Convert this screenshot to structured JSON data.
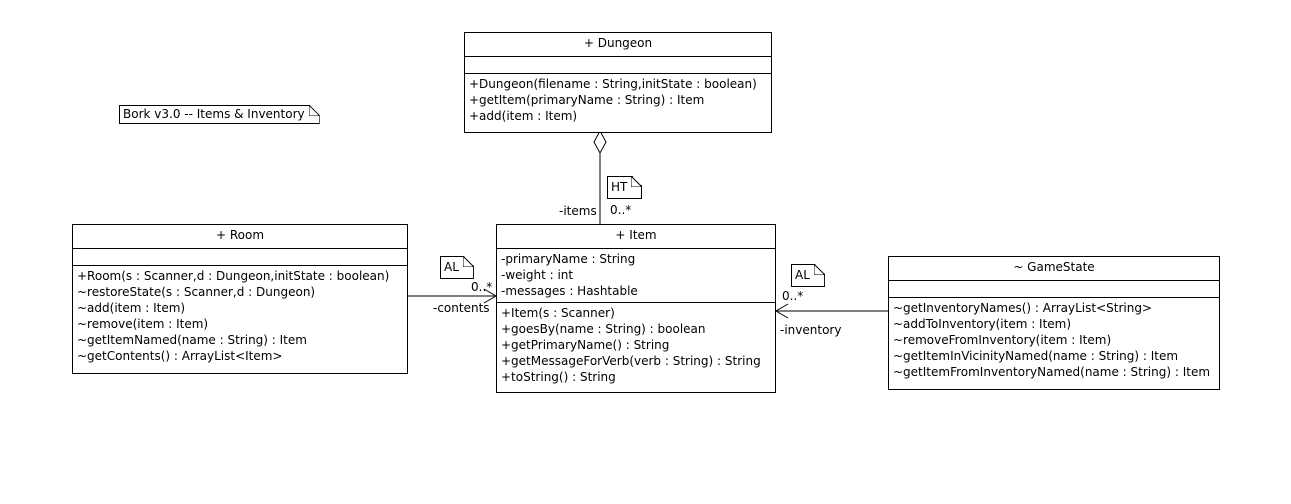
{
  "diagram_title": "Bork v3.0 -- Items & Inventory",
  "classes": {
    "dungeon": {
      "name": "+ Dungeon",
      "methods": [
        "+Dungeon(filename : String,initState : boolean)",
        "+getItem(primaryName : String) : Item",
        "+add(item : Item)"
      ]
    },
    "room": {
      "name": "+ Room",
      "methods": [
        "+Room(s : Scanner,d : Dungeon,initState : boolean)",
        "~restoreState(s : Scanner,d : Dungeon)",
        "~add(item : Item)",
        "~remove(item : Item)",
        "~getItemNamed(name : String) : Item",
        "~getContents() : ArrayList<Item>"
      ]
    },
    "item": {
      "name": "+ Item",
      "attributes": [
        "-primaryName : String",
        "-weight : int",
        "-messages : Hashtable"
      ],
      "methods": [
        "+Item(s : Scanner)",
        "+goesBy(name : String) : boolean",
        "+getPrimaryName() : String",
        "+getMessageForVerb(verb : String) : String",
        "+toString() : String"
      ]
    },
    "gamestate": {
      "name": "~ GameState",
      "methods": [
        "~getInventoryNames() : ArrayList<String>",
        "~addToInventory(item : Item)",
        "~removeFromInventory(item : Item)",
        "~getItemInVicinityNamed(name : String) : Item",
        "~getItemFromInventoryNamed(name : String) : Item"
      ]
    }
  },
  "associations": {
    "dungeon_items": {
      "note": "HT",
      "role": "-items",
      "multiplicity": "0..*"
    },
    "room_contents": {
      "note": "AL",
      "role": "-contents",
      "multiplicity": "0..*"
    },
    "gamestate_inventory": {
      "note": "AL",
      "role": "-inventory",
      "multiplicity": "0..*"
    }
  }
}
